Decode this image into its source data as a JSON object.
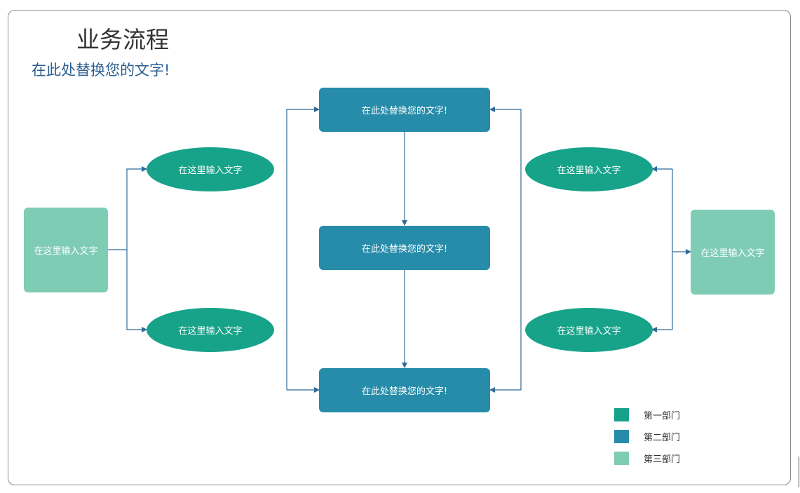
{
  "title": "业务流程",
  "subtitle": "在此处替换您的文字!",
  "nodes": {
    "left_box": "在这里输入文字",
    "left_top_ellipse": "在这里输入文字",
    "left_bottom_ellipse": "在这里输入文字",
    "center_top": "在此处替换您的文字!",
    "center_middle": "在此处替换您的文字!",
    "center_bottom": "在此处替换您的文字!",
    "right_top_ellipse": "在这里输入文字",
    "right_bottom_ellipse": "在这里输入文字",
    "right_box": "在这里输入文字"
  },
  "legend": [
    {
      "label": "第一部门",
      "color": "#17a38a"
    },
    {
      "label": "第二部门",
      "color": "#268ca9"
    },
    {
      "label": "第三部门",
      "color": "#7fccb5"
    }
  ],
  "colors": {
    "department_1": "#17a38a",
    "department_2": "#268ca9",
    "department_3": "#7fccb5",
    "connector": "#2f6b9a",
    "frame": "#8c8c8c"
  }
}
